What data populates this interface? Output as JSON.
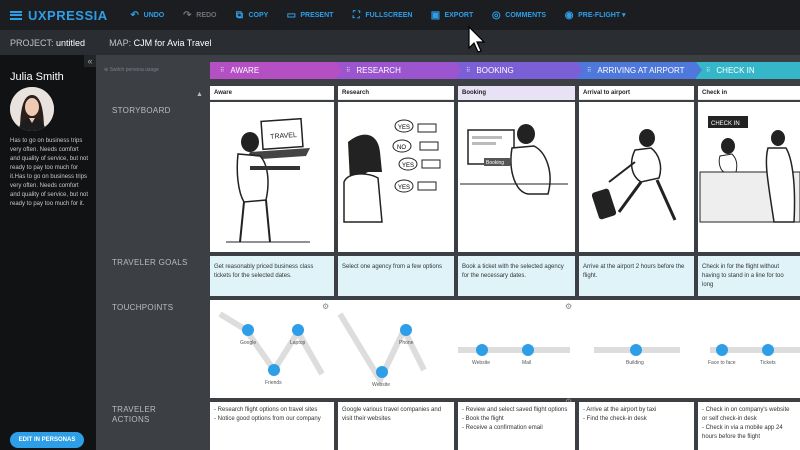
{
  "app": {
    "logo": "UXPRESSIA"
  },
  "toolbar": {
    "undo": "UNDO",
    "redo": "REDO",
    "copy": "COPY",
    "present": "PRESENT",
    "fullscreen": "FULLSCREEN",
    "export": "EXPORT",
    "comments": "COMMENTS",
    "preflight": "PRE-FLIGHT ▾"
  },
  "subbar": {
    "project_label": "PROJECT:",
    "project_value": "untitled",
    "map_label": "MAP:",
    "map_value": "CJM for Avia Travel"
  },
  "persona": {
    "name": "Julia Smith",
    "description": "Has to go on business trips very often. Needs comfort and quality of service, but not ready to pay too much for it.Has to go on business trips very often. Needs comfort and quality of service, but not ready to pay too much for it.",
    "edit_button": "EDIT IN PERSONAS",
    "collapse": "«"
  },
  "rows": {
    "hint": "⊕ Switch persona usage",
    "storyboard": "STORYBOARD",
    "goals": "TRAVELER GOALS",
    "touchpoints": "TOUCHPOINTS",
    "actions_line1": "TRAVELER",
    "actions_line2": "ACTIONS"
  },
  "stages": [
    {
      "label": "AWARE",
      "color": "#b54fc4"
    },
    {
      "label": "RESEARCH",
      "color": "#9a55cf"
    },
    {
      "label": "BOOKING",
      "color": "#7b5fd6"
    },
    {
      "label": "ARRIVING AT AIRPORT",
      "color": "#4f78dc"
    },
    {
      "label": "CHECK IN",
      "color": "#36b7c9"
    }
  ],
  "columns": [
    {
      "title": "Aware",
      "head_color": "#fff",
      "goal": "Get reasonably priced business class tickets for the selected dates.",
      "actions": [
        "- Research flight options on travel sites",
        "- Notice good options from our company"
      ]
    },
    {
      "title": "Research",
      "head_color": "#fff",
      "goal": "Select one agency from a few options",
      "actions": [
        "Google various travel companies and visit their websites"
      ]
    },
    {
      "title": "Booking",
      "head_color": "#e9e2f7",
      "goal": "Book a ticket with the selected agency for the necessary dates.",
      "actions": [
        "- Review and select saved flight options",
        "- Book the flight",
        "- Receive a confirmation email"
      ]
    },
    {
      "title": "Arrival to airport",
      "head_color": "#fff",
      "goal": "Arrive at the airport 2 hours before the flight.",
      "actions": [
        "- Arrive at the airport by taxi",
        "- Find the check-in desk"
      ]
    },
    {
      "title": "Check in",
      "head_color": "#fff",
      "goal": "Check in for the flight without having to stand in a line for too long",
      "actions": [
        "- Check in on company's website or self check-in desk",
        "- Check in via a mobile app 24 hours before the flight"
      ]
    }
  ],
  "storyboard_text": {
    "travel": "TRAVEL",
    "yes": "YES",
    "no": "NO",
    "checkin_sign": "CHECK IN",
    "booking_screen": "Booking"
  },
  "touchpoints": {
    "google": "Google",
    "laptop": "Laptop",
    "friends": "Friends",
    "phone": "Phone",
    "website": "Website",
    "website2": "Website",
    "mail": "Mail",
    "building": "Building",
    "face": "Face to face",
    "tickets": "Tickets"
  },
  "colors": {
    "accent": "#2e9fe6",
    "touch_icon": "#2e9fe6"
  }
}
